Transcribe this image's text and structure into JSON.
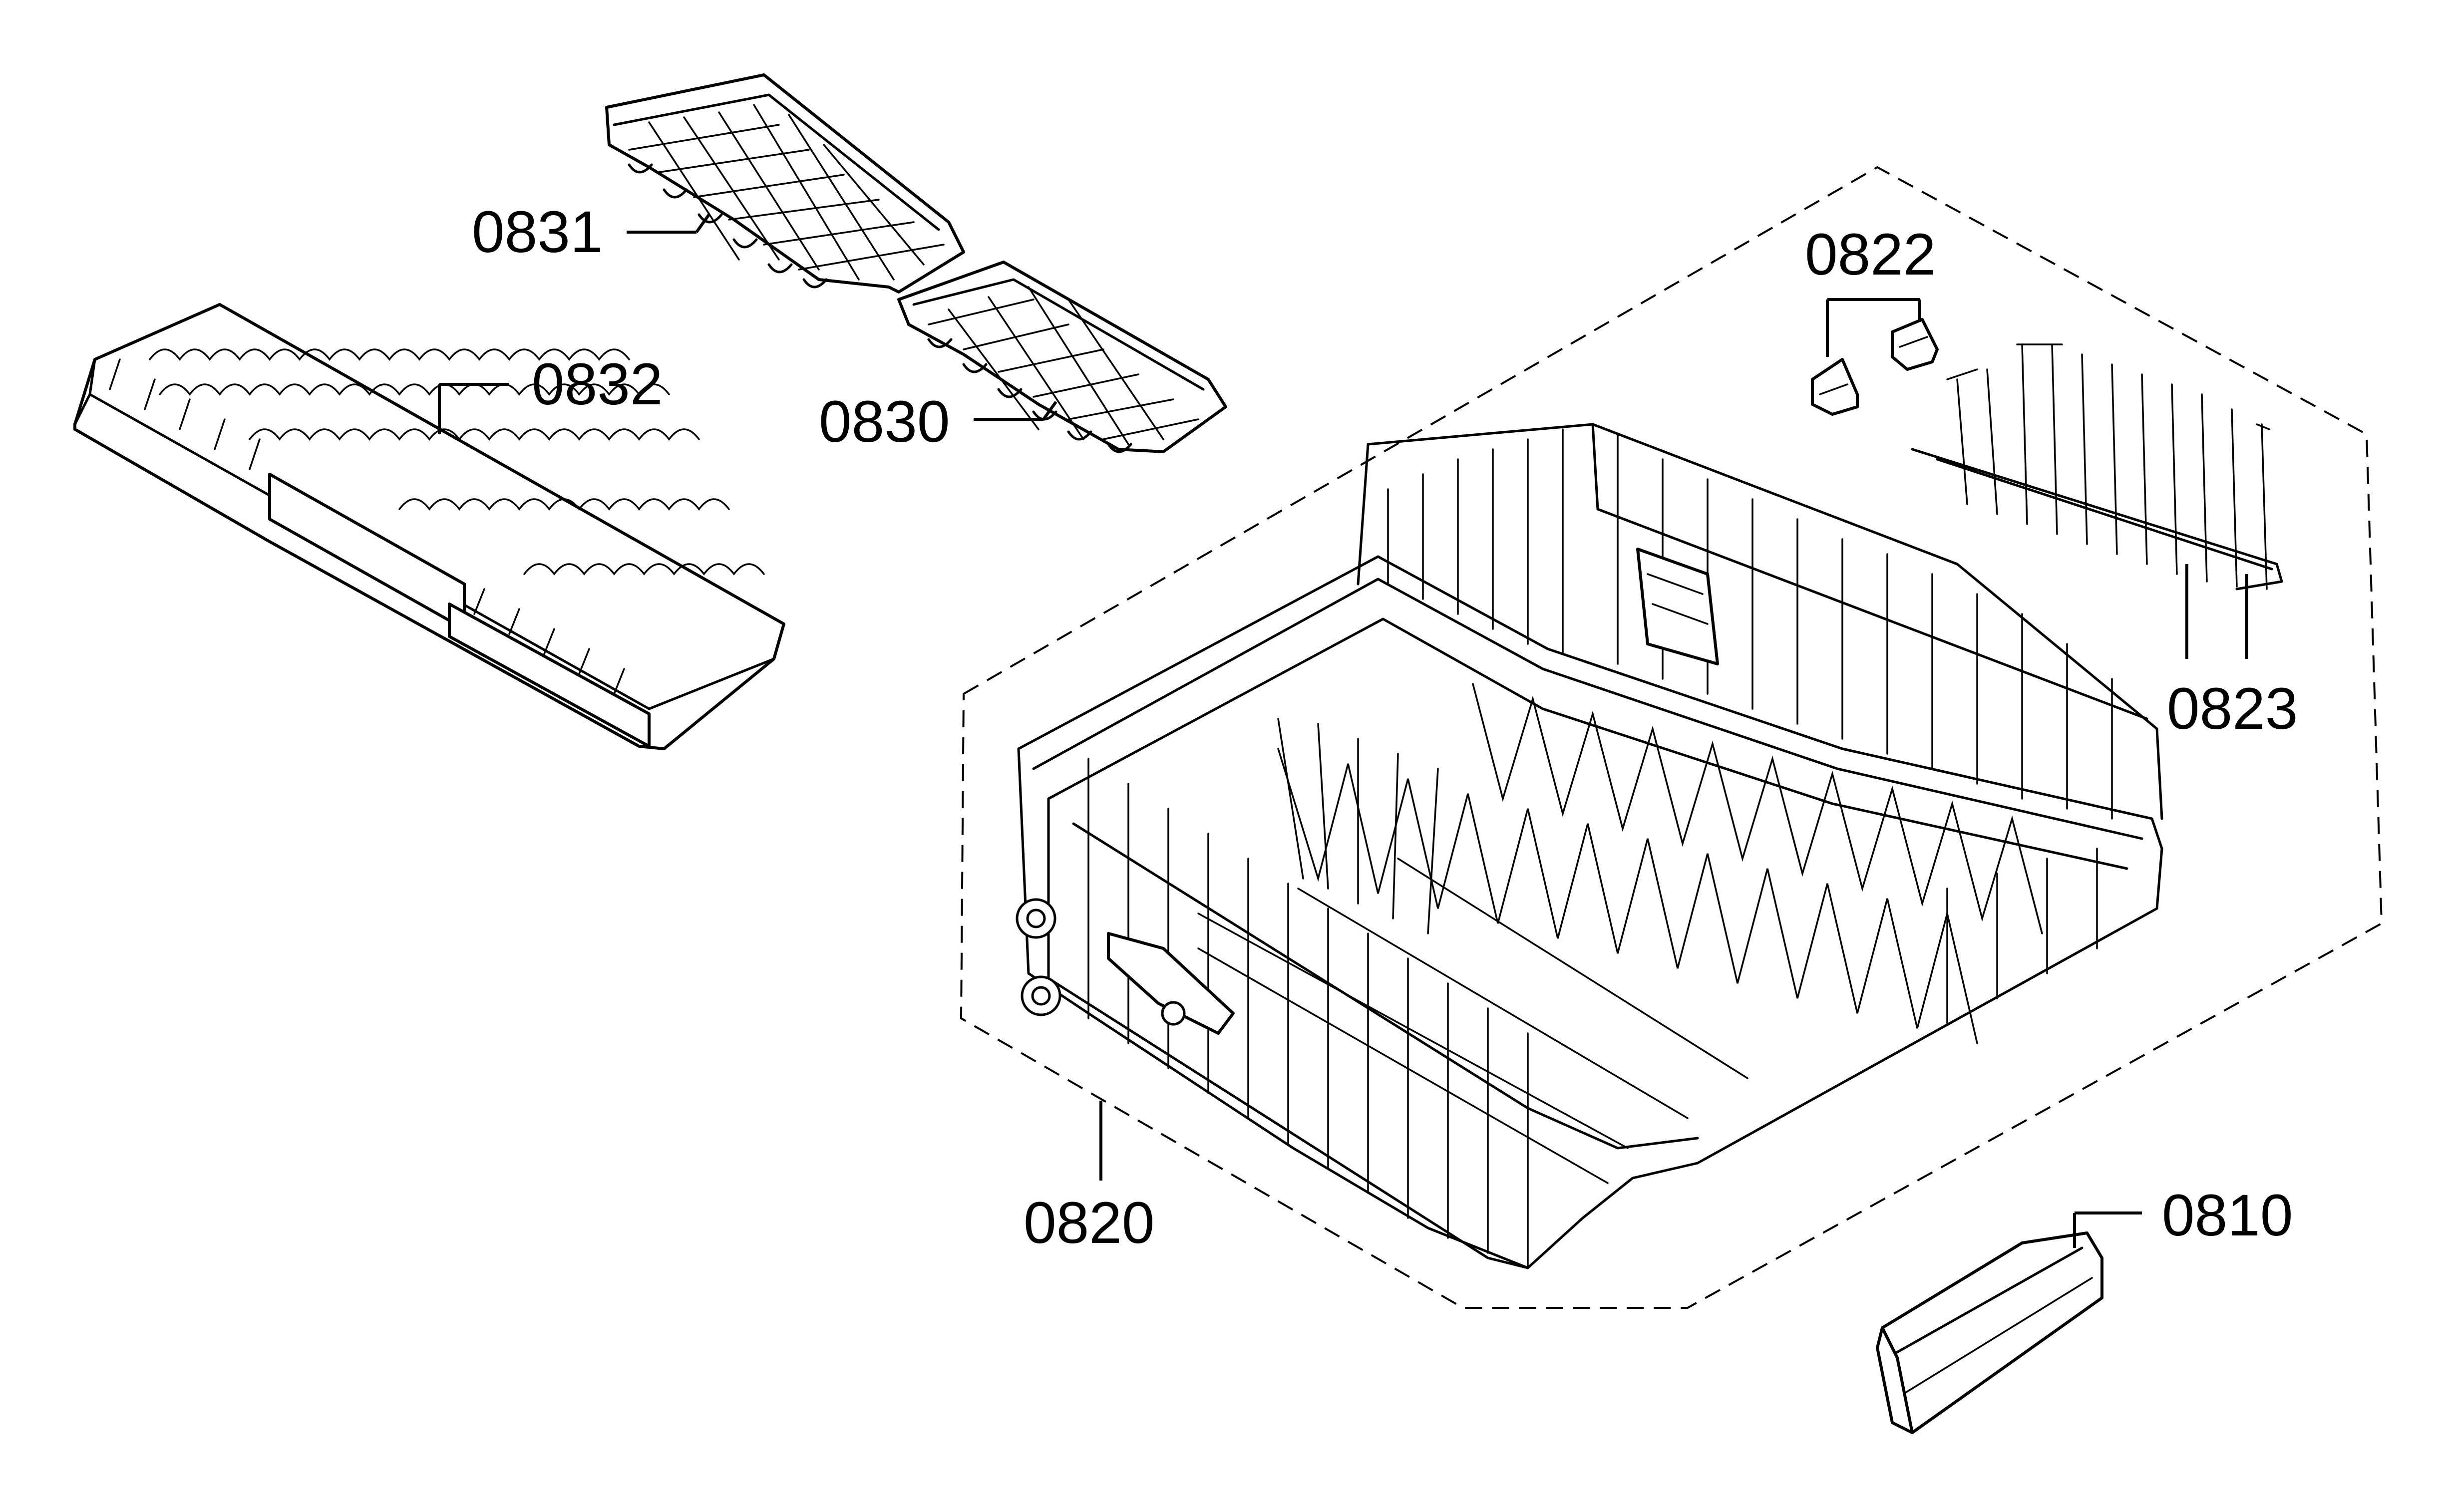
{
  "parts": [
    {
      "id": "0810",
      "name": "cutlery-basket-handle"
    },
    {
      "id": "0820",
      "name": "upper-basket"
    },
    {
      "id": "0822",
      "name": "basket-clip"
    },
    {
      "id": "0823",
      "name": "cup-shelf-rack"
    },
    {
      "id": "0830",
      "name": "small-tine-insert-right"
    },
    {
      "id": "0831",
      "name": "small-tine-insert-left"
    },
    {
      "id": "0832",
      "name": "cutlery-tray"
    }
  ]
}
